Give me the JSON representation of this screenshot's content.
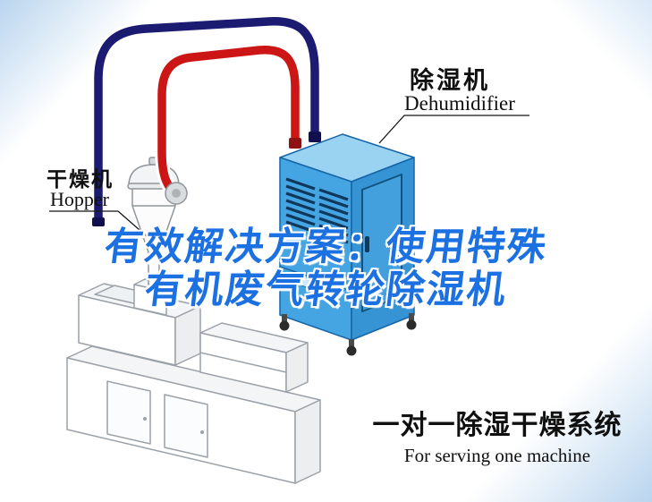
{
  "scene": {
    "dehumidifier": {
      "label_zh": "除湿机",
      "label_en": "Dehumidifier"
    },
    "hopper": {
      "label_zh": "干燥机",
      "label_en": "Hopper"
    },
    "headline": {
      "line1": "有效解决方案：使用特殊",
      "line2": "有机废气转轮除湿机"
    },
    "footer": {
      "title_zh": "一对一除湿干燥系统",
      "subtitle_en": "For serving one machine"
    }
  },
  "colors": {
    "headline_blue": "#1b70e2",
    "pipe_red": "#cc1616",
    "pipe_navy": "#1b1b72",
    "machine_front": "#45a5e2",
    "machine_side": "#3794d4",
    "machine_top": "#9ad2f2",
    "vent_dark": "#10375c",
    "line_gray": "#9aa1a8",
    "label_black": "#101010"
  }
}
